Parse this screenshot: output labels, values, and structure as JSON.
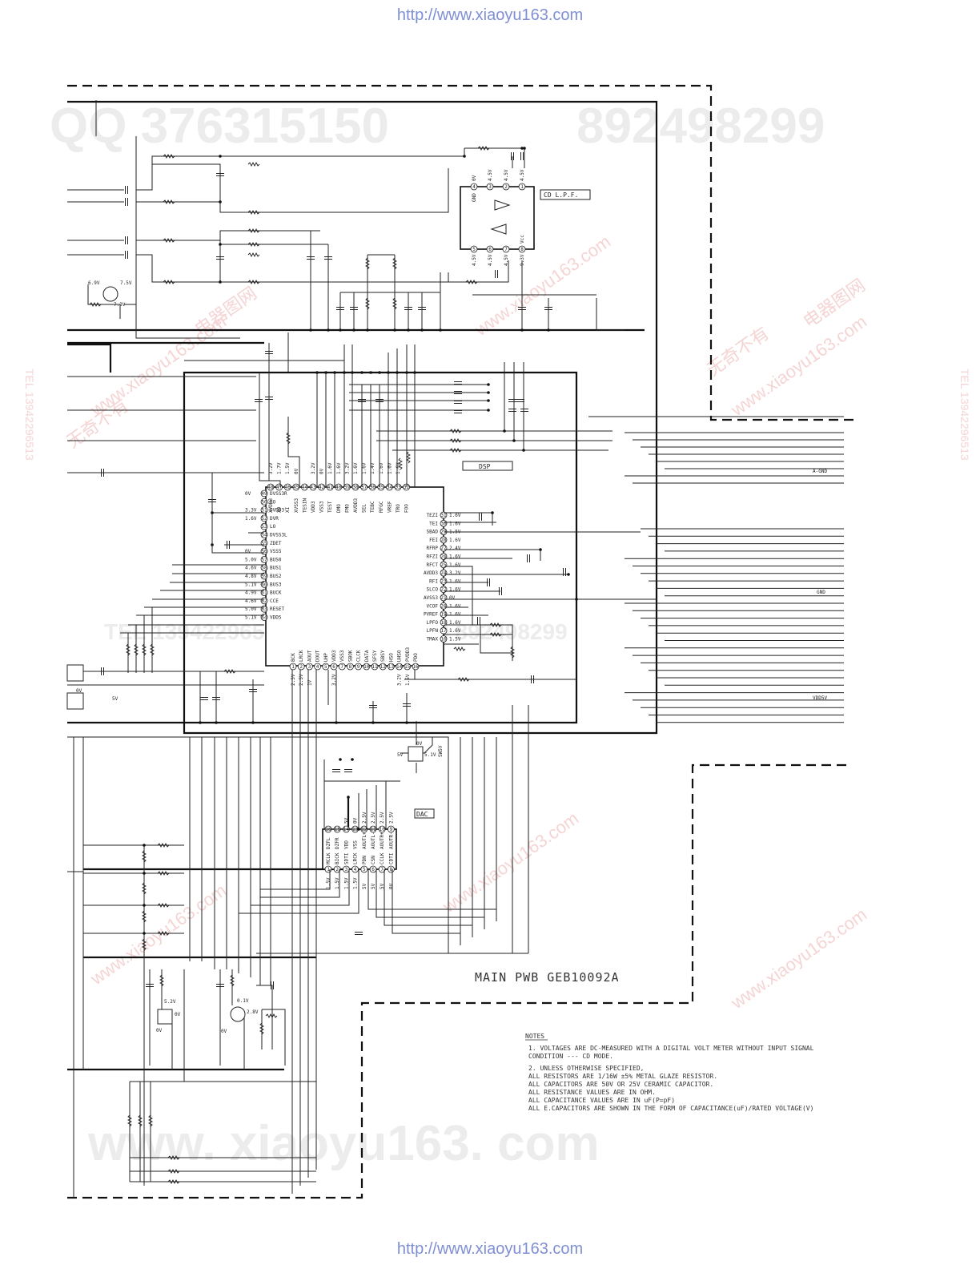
{
  "urls": {
    "top": "http://www.xiaoyu163.com",
    "bottom": "http://www.xiaoyu163.com"
  },
  "watermarks": {
    "qq": "QQ 376315150",
    "qq2": "892498299",
    "site": "www. xiaoyu163. com",
    "tel_left": "TEL 13942296513",
    "mid": "TEL 13942296513  QQ 376315150  892498299",
    "cn1": "无奇不有",
    "cn2": "电器图网",
    "cn3": "www.xiaoyu163.com"
  },
  "blocks": {
    "lpf": "CD L.P.F.",
    "dsp": "DSP",
    "dac": "DAC"
  },
  "pwb": "MAIN PWB GEB10092A",
  "nets": {
    "agnd": "A-GND",
    "gnd": "GND",
    "vdd": "VDD5V"
  },
  "dsp_top_pins": [
    {
      "num": "48",
      "name": "XVDD3",
      "v": "3.2V"
    },
    {
      "num": "47",
      "name": "XO",
      "v": "1.7V"
    },
    {
      "num": "46",
      "name": "XI",
      "v": "1.5V"
    },
    {
      "num": "45",
      "name": "XVSS3",
      "v": "0V"
    },
    {
      "num": "44",
      "name": "TESIN",
      "v": ""
    },
    {
      "num": "43",
      "name": "VDD3",
      "v": "3.2V"
    },
    {
      "num": "42",
      "name": "VSS3",
      "v": "0V"
    },
    {
      "num": "41",
      "name": "TEST",
      "v": "1.6V"
    },
    {
      "num": "40",
      "name": "DMO",
      "v": "1.6V"
    },
    {
      "num": "39",
      "name": "FMO",
      "v": "3.2V"
    },
    {
      "num": "38",
      "name": "AVDD3",
      "v": "1.6V"
    },
    {
      "num": "37",
      "name": "SEL",
      "v": "1.6V"
    },
    {
      "num": "36",
      "name": "TEBC",
      "v": "1.4V"
    },
    {
      "num": "35",
      "name": "RFGC",
      "v": "1.6V"
    },
    {
      "num": "34",
      "name": "VREF",
      "v": "1.6V"
    },
    {
      "num": "33",
      "name": "TRO",
      "v": "1.6V"
    },
    {
      "num": "32",
      "name": "FOO",
      "v": ""
    }
  ],
  "dsp_left_pins": [
    {
      "num": "49",
      "name": "DVSS3R",
      "v": "0V"
    },
    {
      "num": "50",
      "name": "RO",
      "v": ""
    },
    {
      "num": "51",
      "name": "DVDD3",
      "v": "3.3V"
    },
    {
      "num": "52",
      "name": "DVR",
      "v": "1.6V"
    },
    {
      "num": "53",
      "name": "LO",
      "v": ""
    },
    {
      "num": "54",
      "name": "DVSS3L",
      "v": ""
    },
    {
      "num": "55",
      "name": "ZDET",
      "v": ""
    },
    {
      "num": "56",
      "name": "VSS5",
      "v": "0V"
    },
    {
      "num": "57",
      "name": "BUS0",
      "v": "5.0V"
    },
    {
      "num": "58",
      "name": "BUS1",
      "v": "4.6V"
    },
    {
      "num": "59",
      "name": "BUS2",
      "v": "4.8V"
    },
    {
      "num": "60",
      "name": "BUS3",
      "v": "5.1V"
    },
    {
      "num": "61",
      "name": "BUCK",
      "v": "4.9V"
    },
    {
      "num": "62",
      "name": "CCE",
      "v": "4.6V"
    },
    {
      "num": "63",
      "name": "RESET",
      "v": "5.0V"
    },
    {
      "num": "64",
      "name": "VDD5",
      "v": "5.1V"
    }
  ],
  "dsp_right_pins": [
    {
      "num": "31",
      "name": "TEZI",
      "v": "1.6V"
    },
    {
      "num": "30",
      "name": "TEI",
      "v": "1.6V"
    },
    {
      "num": "29",
      "name": "SBAD",
      "v": "1.5V"
    },
    {
      "num": "28",
      "name": "FEI",
      "v": "1.6V"
    },
    {
      "num": "27",
      "name": "RFRP",
      "v": "2.4V"
    },
    {
      "num": "26",
      "name": "RFZI",
      "v": "1.6V"
    },
    {
      "num": "25",
      "name": "RFCT",
      "v": "1.6V"
    },
    {
      "num": "24",
      "name": "AVDD3",
      "v": "3.2V"
    },
    {
      "num": "23",
      "name": "RFI",
      "v": "1.6V"
    },
    {
      "num": "22",
      "name": "SLCO",
      "v": "1.6V"
    },
    {
      "num": "21",
      "name": "AVSS3",
      "v": "0V"
    },
    {
      "num": "20",
      "name": "VCOF",
      "v": "1.6V"
    },
    {
      "num": "19",
      "name": "PVREF",
      "v": "1.6V"
    },
    {
      "num": "18",
      "name": "LPFO",
      "v": "1.6V"
    },
    {
      "num": "17",
      "name": "LPFN",
      "v": "1.6V"
    },
    {
      "num": "16",
      "name": "TMAX",
      "v": "1.5V"
    }
  ],
  "dsp_bottom_pins": [
    {
      "num": "1",
      "name": "BCK",
      "v": "2.5V"
    },
    {
      "num": "2",
      "name": "LRCK",
      "v": "2.5V"
    },
    {
      "num": "3",
      "name": "AOUT",
      "v": "1V"
    },
    {
      "num": "4",
      "name": "DOUT",
      "v": ""
    },
    {
      "num": "5",
      "name": "UHP",
      "v": ""
    },
    {
      "num": "6",
      "name": "VDD3",
      "v": "3.2V"
    },
    {
      "num": "7",
      "name": "VSS3",
      "v": ""
    },
    {
      "num": "8",
      "name": "SBOK",
      "v": ""
    },
    {
      "num": "9",
      "name": "CLCK",
      "v": ""
    },
    {
      "num": "10",
      "name": "DATA",
      "v": ""
    },
    {
      "num": "11",
      "name": "SFSY",
      "v": ""
    },
    {
      "num": "12",
      "name": "SBSY",
      "v": ""
    },
    {
      "num": "13",
      "name": "HSO",
      "v": ""
    },
    {
      "num": "14",
      "name": "UHSO",
      "v": "3.2V"
    },
    {
      "num": "15",
      "name": "PVDD3",
      "v": "1.5V"
    },
    {
      "num": "16",
      "name": "PDO",
      "v": ""
    }
  ],
  "dac_top_pins": [
    {
      "num": "16",
      "name": "DZFL",
      "v": ""
    },
    {
      "num": "15",
      "name": "DZFR",
      "v": ""
    },
    {
      "num": "14",
      "name": "VDD",
      "v": "5V"
    },
    {
      "num": "13",
      "name": "VSS",
      "v": "0V"
    },
    {
      "num": "12",
      "name": "AOUTL+",
      "v": "2.5V"
    },
    {
      "num": "11",
      "name": "AOUTL-",
      "v": "2.5V"
    },
    {
      "num": "10",
      "name": "AOUTR+",
      "v": "2.5V"
    },
    {
      "num": "9",
      "name": "AOUTR-",
      "v": "2.5V"
    }
  ],
  "dac_bottom_pins": [
    {
      "num": "1",
      "name": "MCLK",
      "v": "1.5V"
    },
    {
      "num": "2",
      "name": "BICK",
      "v": "1.5V"
    },
    {
      "num": "3",
      "name": "SDTI",
      "v": "1.5V"
    },
    {
      "num": "4",
      "name": "LRCK",
      "v": "1.5V"
    },
    {
      "num": "5",
      "name": "PDN",
      "v": "5V"
    },
    {
      "num": "6",
      "name": "CSN",
      "v": "5V"
    },
    {
      "num": "7",
      "name": "CCLK",
      "v": "5V"
    },
    {
      "num": "8",
      "name": "CDTI",
      "v": "0V"
    }
  ],
  "lpf_pins_top": [
    {
      "num": "4",
      "name": "GND",
      "v": "0V"
    },
    {
      "num": "3",
      "name": "",
      "v": "4.5V"
    },
    {
      "num": "2",
      "name": "",
      "v": "4.5V"
    },
    {
      "num": "1",
      "name": "",
      "v": "4.5V"
    }
  ],
  "lpf_pins_bottom": [
    {
      "num": "5",
      "name": "",
      "v": "4.5V"
    },
    {
      "num": "6",
      "name": "",
      "v": "4.5V"
    },
    {
      "num": "7",
      "name": "",
      "v": "4.5V"
    },
    {
      "num": "8",
      "name": "Vcc",
      "v": "9.3V"
    }
  ],
  "misc_voltages": {
    "q1_c": "6.9V",
    "q1_e": "7.5V",
    "q1_b": "7.3V",
    "reg_in": "5V",
    "reg_out": "5.1V",
    "reg_gnd": "0V",
    "sw5v": "SW5V",
    "q2_a": "5.2V",
    "q2_b": "0V",
    "q2_c": "0V",
    "q3_a": "0.1V",
    "q3_b": "2.8V",
    "q3_c": "0V",
    "left_5v": "5V",
    "left_0v": "0V"
  },
  "notes": {
    "title": "NOTES",
    "lines": [
      "1.  VOLTAGES ARE DC-MEASURED WITH A DIGITAL VOLT METER WITHOUT INPUT SIGNAL",
      "    CONDITION --- CD MODE.",
      "2.  UNLESS OTHERWISE SPECIFIED,",
      "    ALL RESISTORS ARE 1/16W ±5% METAL GLAZE RESISTOR.",
      "    ALL CAPACITORS ARE 50V OR 25V CERAMIC CAPACITOR.",
      "    ALL RESISTANCE VALUES ARE IN OHM.",
      "    ALL CAPACITANCE VALUES ARE IN uF(P=pF)",
      "    ALL E.CAPACITORS ARE SHOWN IN THE FORM OF CAPACITANCE(uF)/RATED VOLTAGE(V)"
    ]
  }
}
